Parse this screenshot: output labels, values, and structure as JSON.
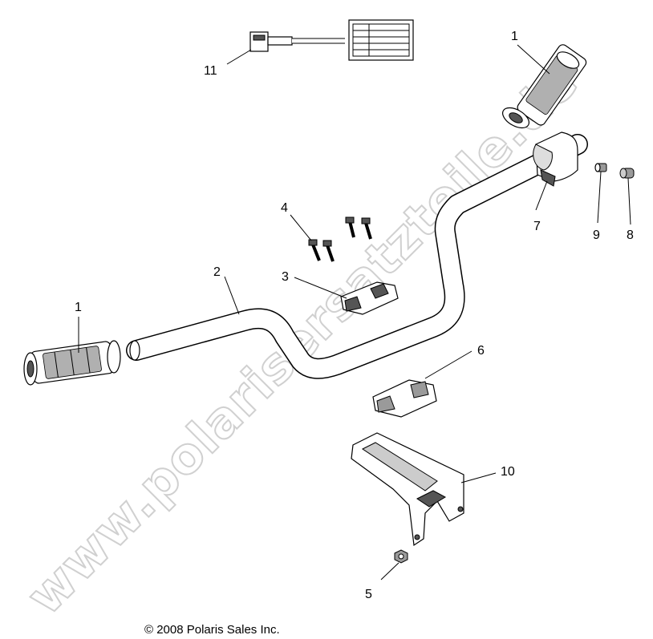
{
  "watermark": "www.polarisersatzteile.de",
  "copyright": "© 2008 Polaris Sales Inc.",
  "callouts": {
    "grip_left": "1",
    "grip_right": "1",
    "handlebar": "2",
    "upper_clamp": "3",
    "bolts": "4",
    "nut": "5",
    "lower_clamp": "6",
    "housing": "7",
    "plug": "8",
    "end_cap": "9",
    "bracket": "10",
    "harness": "11"
  }
}
